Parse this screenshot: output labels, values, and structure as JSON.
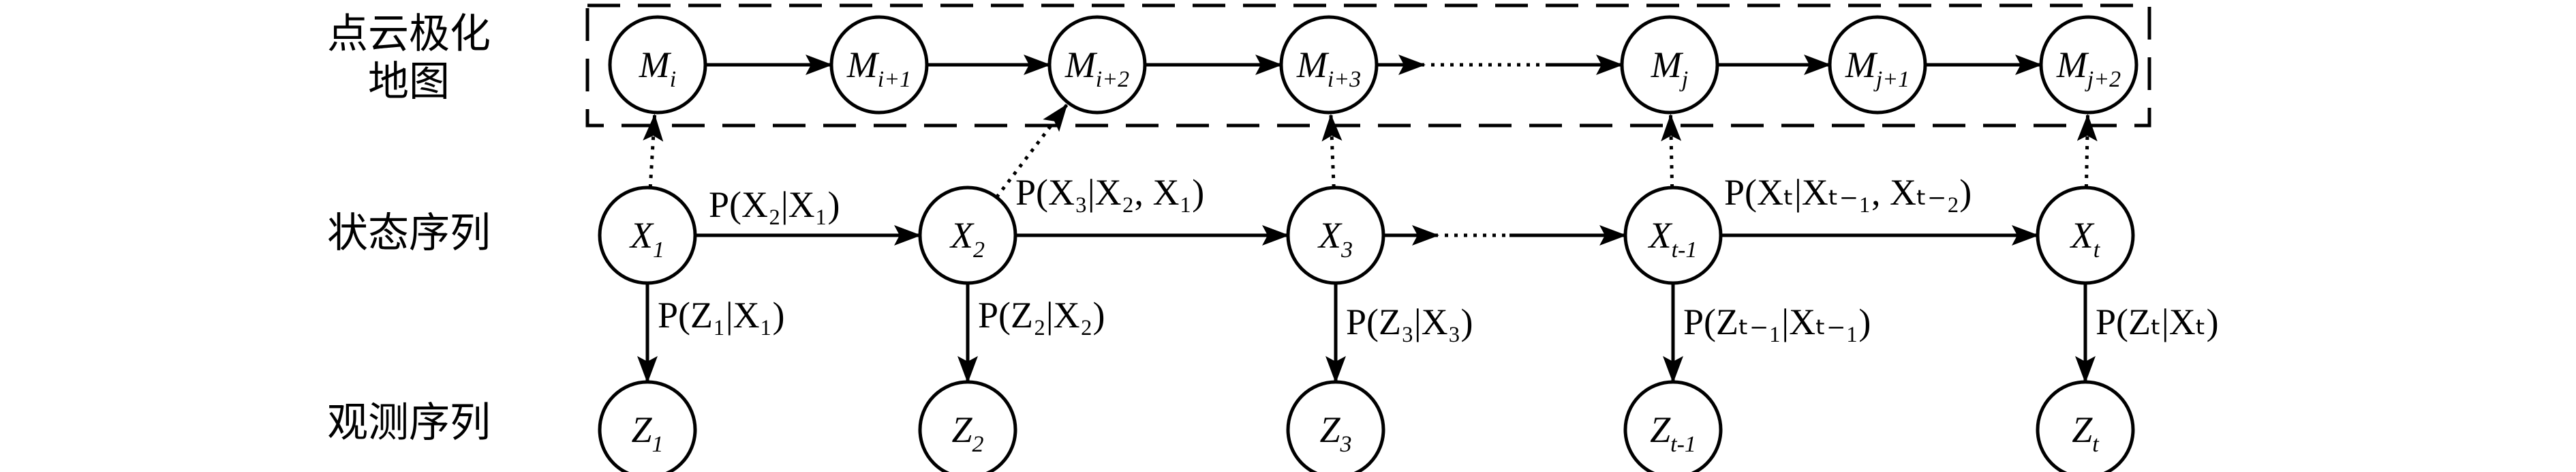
{
  "row_labels": {
    "map": [
      "点云极化",
      "地图"
    ],
    "state": "状态序列",
    "observation": "观测序列"
  },
  "map_nodes": [
    {
      "base": "M",
      "sub": "i"
    },
    {
      "base": "M",
      "sub": "i+1"
    },
    {
      "base": "M",
      "sub": "i+2"
    },
    {
      "base": "M",
      "sub": "i+3"
    },
    {
      "base": "M",
      "sub": "j"
    },
    {
      "base": "M",
      "sub": "j+1"
    },
    {
      "base": "M",
      "sub": "j+2"
    }
  ],
  "state_nodes": [
    {
      "base": "X",
      "sub": "1"
    },
    {
      "base": "X",
      "sub": "2"
    },
    {
      "base": "X",
      "sub": "3"
    },
    {
      "base": "X",
      "sub": "t-1"
    },
    {
      "base": "X",
      "sub": "t"
    }
  ],
  "observation_nodes": [
    {
      "base": "Z",
      "sub": "1"
    },
    {
      "base": "Z",
      "sub": "2"
    },
    {
      "base": "Z",
      "sub": "3"
    },
    {
      "base": "Z",
      "sub": "t-1"
    },
    {
      "base": "Z",
      "sub": "t"
    }
  ],
  "transition_labels": [
    "P(X₂|X₁)",
    "P(X₃|X₂, X₁)",
    "P(Xₜ|Xₜ₋₁, Xₜ₋₂)"
  ],
  "observation_labels": [
    "P(Z₁|X₁)",
    "P(Z₂|X₂)",
    "P(Z₃|X₃)",
    "P(Zₜ₋₁|Xₜ₋₁)",
    "P(Zₜ|Xₜ)"
  ]
}
